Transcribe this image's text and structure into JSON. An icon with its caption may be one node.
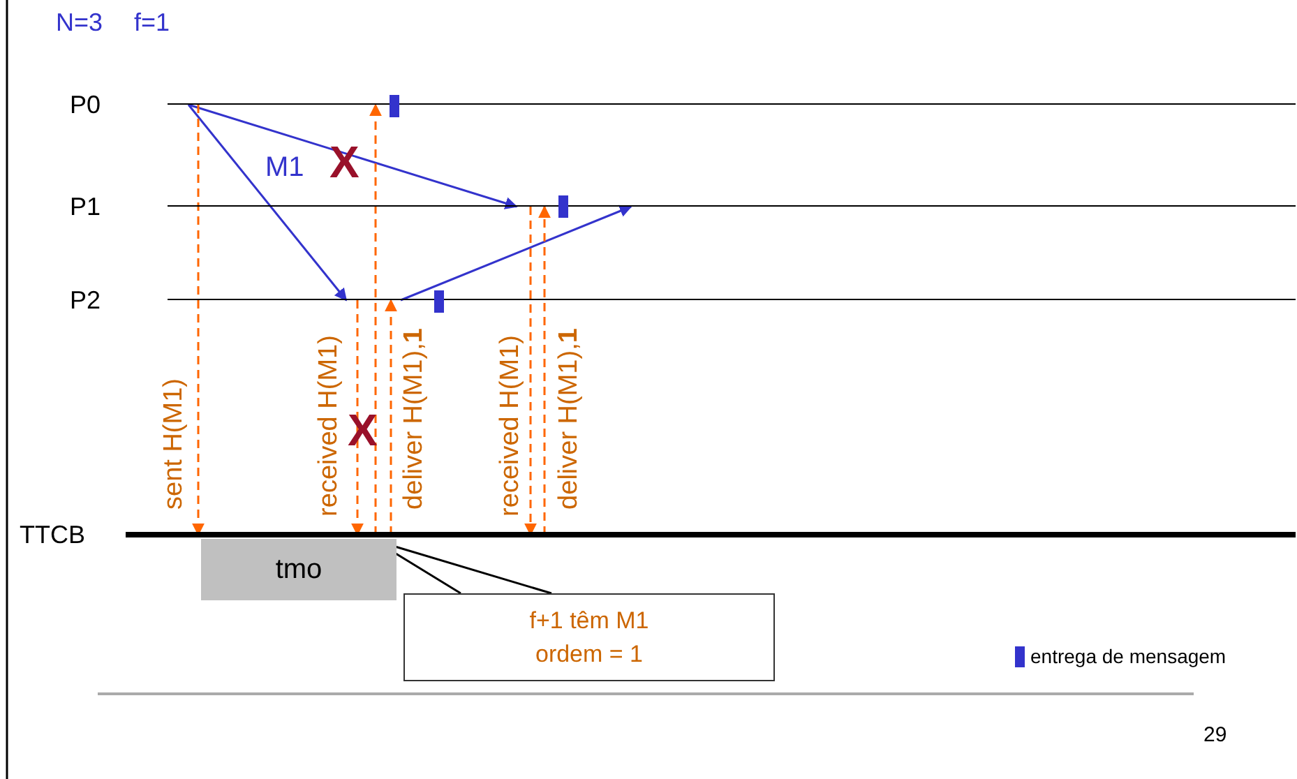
{
  "diagram": {
    "nodes": [
      {
        "text": [
          "P0"
        ]
      },
      {
        "text": [
          "P1"
        ]
      },
      {
        "text": [
          "P2"
        ]
      },
      {
        "text": [
          "TTCB"
        ]
      },
      {
        "text": [
          "tmo"
        ]
      },
      {
        "text": [
          "f+1 têm M1 ordem = 1"
        ]
      }
    ],
    "edges": [
      {
        "from": 0,
        "to": 2,
        "arrow": "to",
        "label": "M1",
        "color": "#3333cc"
      },
      {
        "from": 0,
        "to": 1,
        "arrow": "to",
        "color": "#3333cc"
      },
      {
        "from": 2,
        "to": 1,
        "arrow": "to",
        "color": "#3333cc"
      },
      {
        "from": 0,
        "to": 3,
        "arrow": "to",
        "label": "sent H(M1)",
        "style": "dashed"
      },
      {
        "from": 2,
        "to": 3,
        "arrow": "to",
        "label": "received H(M1)",
        "style": "dashed"
      },
      {
        "from": 3,
        "to": 0,
        "arrow": "to",
        "style": "dashed"
      },
      {
        "from": 3,
        "to": 2,
        "arrow": "to",
        "label": "deliver H(M1),**1**",
        "style": "dashed"
      },
      {
        "from": 1,
        "to": 3,
        "arrow": "to",
        "label": "received H(M1)",
        "style": "dashed"
      },
      {
        "from": 3,
        "to": 1,
        "arrow": "to",
        "label": "deliver H(M1),**1**",
        "style": "dashed"
      },
      {
        "from": 5,
        "to": 4,
        "arrow": "none",
        "color": "#000000"
      }
    ],
    "labels": [
      "N=3",
      "f=1",
      "X",
      "X",
      "29"
    ],
    "legend": [
      {
        "text": "entrega de mensagem",
        "color": "#3333cc"
      }
    ]
  }
}
